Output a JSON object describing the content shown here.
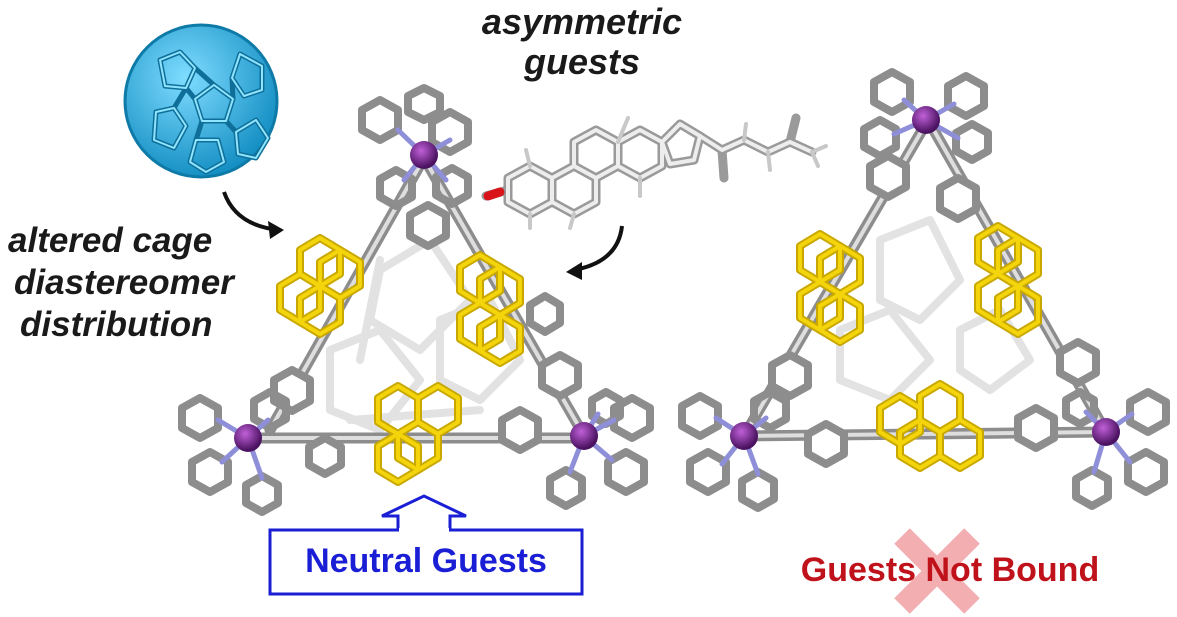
{
  "labels": {
    "asymmetric_line1": "asymmetric",
    "asymmetric_line2": "guests",
    "altered_line1": "altered cage",
    "altered_line2": "diastereomer",
    "altered_line3": "distribution",
    "neutral_guests": "Neutral Guests",
    "guests_not_bound": "Guests Not Bound"
  },
  "colors": {
    "fullerene": "#29b6e6",
    "pyrene": "#f4d40a",
    "framework": "#8d8d8d",
    "metal": "#7a2a8c",
    "nitrogen": "#8f8fd9",
    "neutral_text": "#1a1fd6",
    "not_bound_text": "#c0121a",
    "cross": "#f2a0a5"
  },
  "icons": [
    "fullerene-icon",
    "steroid-guest-icon",
    "curved-arrow-icon",
    "up-arrow-icon",
    "cross-mark-icon"
  ]
}
